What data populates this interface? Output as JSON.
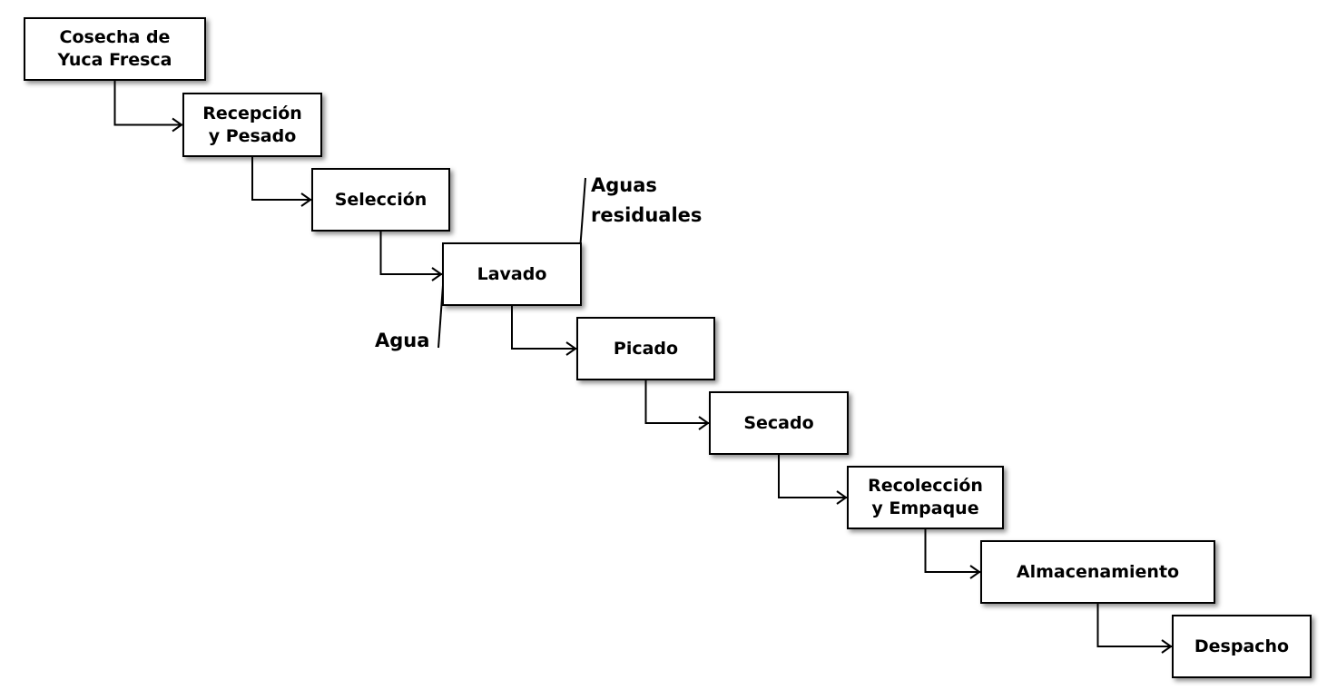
{
  "steps": [
    {
      "id": "cosecha",
      "label": "Cosecha de\nYuca Fresca"
    },
    {
      "id": "recepcion",
      "label": "Recepción\ny Pesado"
    },
    {
      "id": "seleccion",
      "label": "Selección"
    },
    {
      "id": "lavado",
      "label": "Lavado"
    },
    {
      "id": "picado",
      "label": "Picado"
    },
    {
      "id": "secado",
      "label": "Secado"
    },
    {
      "id": "recoleccion",
      "label": "Recolección\ny Empaque"
    },
    {
      "id": "almacenamiento",
      "label": "Almacenamiento"
    },
    {
      "id": "despacho",
      "label": "Despacho"
    }
  ],
  "inputs": {
    "agua": "Agua"
  },
  "outputs": {
    "aguas_residuales": "Aguas\nresiduales"
  }
}
